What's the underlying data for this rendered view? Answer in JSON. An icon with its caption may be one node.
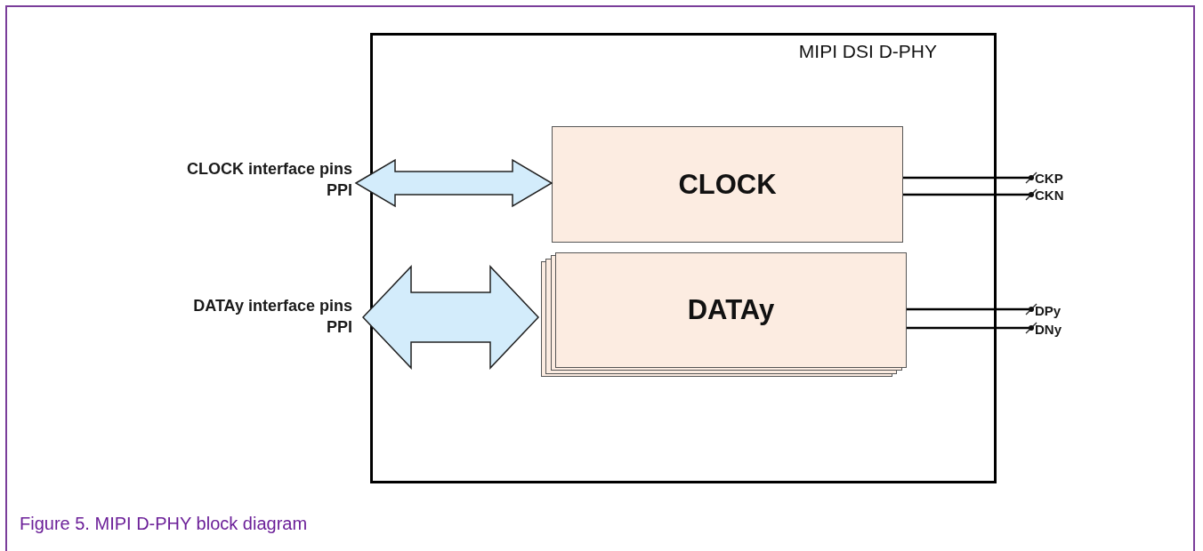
{
  "diagram": {
    "caption": "Figure 5.  MIPI D-PHY block diagram",
    "nodes": [
      {
        "text": [
          "MIPI DSI D-PHY"
        ]
      },
      {
        "text": [
          "CLOCK interface pins",
          "PPI"
        ]
      },
      {
        "text": [
          "CLOCK"
        ],
        "in": 0
      },
      {
        "text": [
          "DATAy interface pins",
          "PPI"
        ]
      },
      {
        "text": [
          "DATAy"
        ],
        "in": 0
      },
      {
        "text": [
          "CKP"
        ]
      },
      {
        "text": [
          "CKN"
        ]
      },
      {
        "text": [
          "DPy"
        ]
      },
      {
        "text": [
          "DNy"
        ]
      }
    ],
    "edges": [
      {
        "from": 1,
        "to": 2,
        "arrow": "both",
        "style": "thick"
      },
      {
        "from": 3,
        "to": 4,
        "arrow": "both",
        "style": "thick"
      },
      {
        "from": 2,
        "to": 5,
        "arrow": "other"
      },
      {
        "from": 2,
        "to": 6,
        "arrow": "other"
      },
      {
        "from": 4,
        "to": 7,
        "arrow": "other"
      },
      {
        "from": 4,
        "to": 8,
        "arrow": "other"
      }
    ]
  }
}
